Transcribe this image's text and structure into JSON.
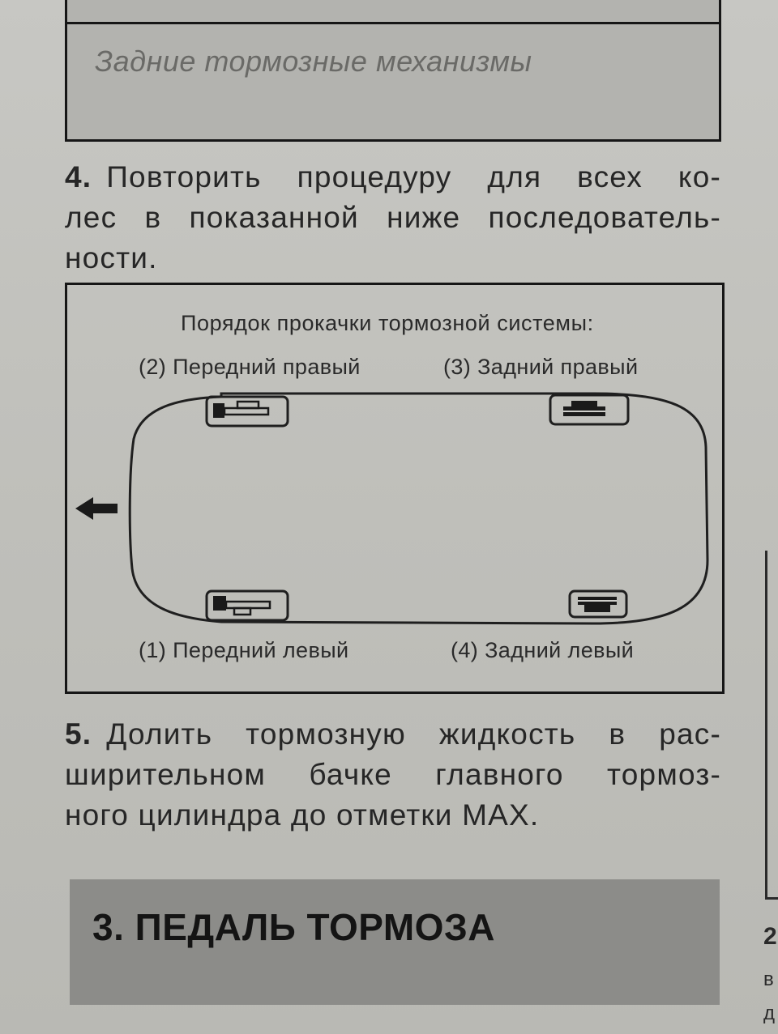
{
  "top_box": {
    "label": "Задние тормозные механизмы"
  },
  "step4": {
    "number": "4.",
    "line1": "Повторить процедуру для всех ко-",
    "line2": "лес в показанной ниже последователь-",
    "line3": "ности."
  },
  "diagram": {
    "title": "Порядок прокачки тормозной системы:",
    "front_right": "(2) Передний правый",
    "rear_right": "(3) Задний правый",
    "front_left": "(1) Передний левый",
    "rear_left": "(4) Задний левый"
  },
  "step5": {
    "number": "5.",
    "line1": "Долить тормозную жидкость в рас-",
    "line2": "ширительном бачке главного тормоз-",
    "line3": "ного цилиндра до отметки MAX."
  },
  "section": {
    "heading": "3. ПЕДАЛЬ ТОРМОЗА"
  },
  "next_page": {
    "char1": "2",
    "char2": "в",
    "char3": "д"
  }
}
